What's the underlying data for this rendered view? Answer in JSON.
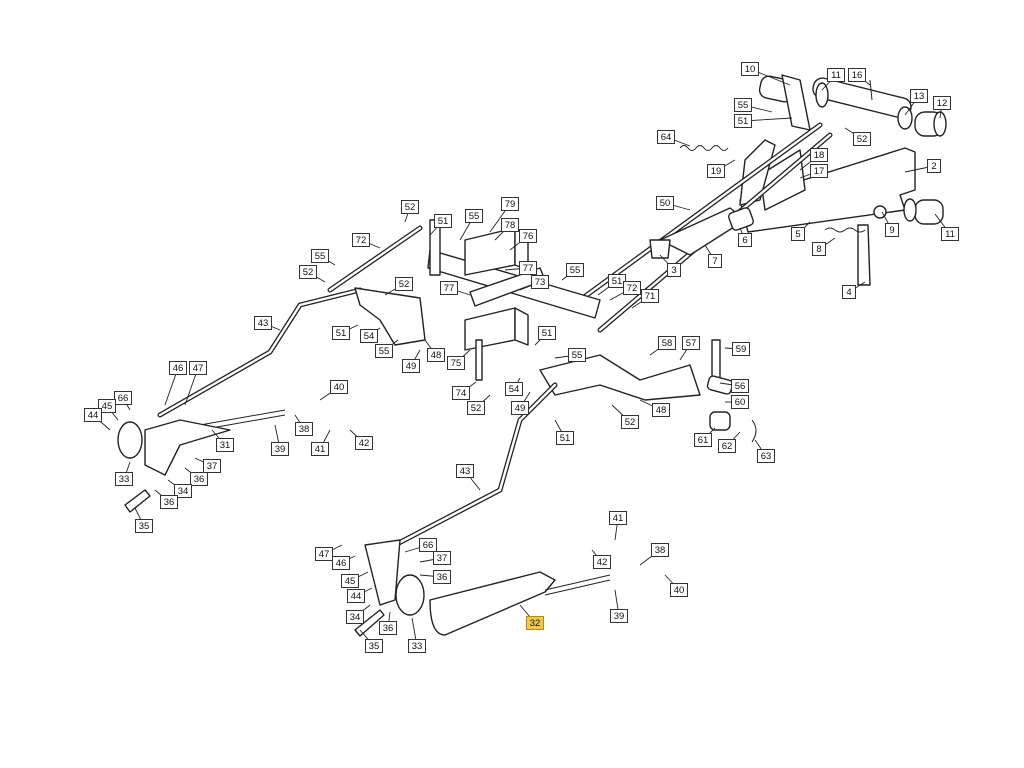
{
  "diagram": {
    "highlight_color": "#f2c84b",
    "callouts": [
      {
        "id": "c10",
        "label": "10"
      },
      {
        "id": "c11a",
        "label": "11"
      },
      {
        "id": "c16",
        "label": "16"
      },
      {
        "id": "c13",
        "label": "13"
      },
      {
        "id": "c12",
        "label": "12"
      },
      {
        "id": "c55a",
        "label": "55"
      },
      {
        "id": "c51a",
        "label": "51"
      },
      {
        "id": "c52a",
        "label": "52"
      },
      {
        "id": "c64",
        "label": "64"
      },
      {
        "id": "c19",
        "label": "19"
      },
      {
        "id": "c18",
        "label": "18"
      },
      {
        "id": "c17",
        "label": "17"
      },
      {
        "id": "c2",
        "label": "2"
      },
      {
        "id": "c50",
        "label": "50"
      },
      {
        "id": "c5",
        "label": "5"
      },
      {
        "id": "c6",
        "label": "6"
      },
      {
        "id": "c9",
        "label": "9"
      },
      {
        "id": "c11b",
        "label": "11"
      },
      {
        "id": "c8",
        "label": "8"
      },
      {
        "id": "c4",
        "label": "4"
      },
      {
        "id": "c3",
        "label": "3"
      },
      {
        "id": "c7",
        "label": "7"
      },
      {
        "id": "c52b",
        "label": "52"
      },
      {
        "id": "c51b",
        "label": "51"
      },
      {
        "id": "c55b",
        "label": "55"
      },
      {
        "id": "c79",
        "label": "79"
      },
      {
        "id": "c78",
        "label": "78"
      },
      {
        "id": "c76",
        "label": "76"
      },
      {
        "id": "c72a",
        "label": "72"
      },
      {
        "id": "c55c",
        "label": "55"
      },
      {
        "id": "c52c",
        "label": "52"
      },
      {
        "id": "c77a",
        "label": "77"
      },
      {
        "id": "c73",
        "label": "73"
      },
      {
        "id": "c55d",
        "label": "55"
      },
      {
        "id": "c52d",
        "label": "52"
      },
      {
        "id": "c77b",
        "label": "77"
      },
      {
        "id": "c51c",
        "label": "51"
      },
      {
        "id": "c72b",
        "label": "72"
      },
      {
        "id": "c71",
        "label": "71"
      },
      {
        "id": "c43a",
        "label": "43"
      },
      {
        "id": "c51d",
        "label": "51"
      },
      {
        "id": "c54a",
        "label": "54"
      },
      {
        "id": "c55e",
        "label": "55"
      },
      {
        "id": "c48a",
        "label": "48"
      },
      {
        "id": "c75",
        "label": "75"
      },
      {
        "id": "c49a",
        "label": "49"
      },
      {
        "id": "c51e",
        "label": "51"
      },
      {
        "id": "c58",
        "label": "58"
      },
      {
        "id": "c57",
        "label": "57"
      },
      {
        "id": "c59",
        "label": "59"
      },
      {
        "id": "c55f",
        "label": "55"
      },
      {
        "id": "c56",
        "label": "56"
      },
      {
        "id": "c60",
        "label": "60"
      },
      {
        "id": "c74",
        "label": "74"
      },
      {
        "id": "c52e",
        "label": "52"
      },
      {
        "id": "c54b",
        "label": "54"
      },
      {
        "id": "c49b",
        "label": "49"
      },
      {
        "id": "c48b",
        "label": "48"
      },
      {
        "id": "c52f",
        "label": "52"
      },
      {
        "id": "c51f",
        "label": "51"
      },
      {
        "id": "c61",
        "label": "61"
      },
      {
        "id": "c62",
        "label": "62"
      },
      {
        "id": "c63",
        "label": "63"
      },
      {
        "id": "c46a",
        "label": "46"
      },
      {
        "id": "c47a",
        "label": "47"
      },
      {
        "id": "c66a",
        "label": "66"
      },
      {
        "id": "c45a",
        "label": "45"
      },
      {
        "id": "c44a",
        "label": "44"
      },
      {
        "id": "c40a",
        "label": "40"
      },
      {
        "id": "c38a",
        "label": "38"
      },
      {
        "id": "c41a",
        "label": "41"
      },
      {
        "id": "c42a",
        "label": "42"
      },
      {
        "id": "c39a",
        "label": "39"
      },
      {
        "id": "c31",
        "label": "31"
      },
      {
        "id": "c37a",
        "label": "37"
      },
      {
        "id": "c33a",
        "label": "33"
      },
      {
        "id": "c36a",
        "label": "36"
      },
      {
        "id": "c34a",
        "label": "34"
      },
      {
        "id": "c36b",
        "label": "36"
      },
      {
        "id": "c35a",
        "label": "35"
      },
      {
        "id": "c43b",
        "label": "43"
      },
      {
        "id": "c47b",
        "label": "47"
      },
      {
        "id": "c46b",
        "label": "46"
      },
      {
        "id": "c66b",
        "label": "66"
      },
      {
        "id": "c37b",
        "label": "37"
      },
      {
        "id": "c36c",
        "label": "36"
      },
      {
        "id": "c45b",
        "label": "45"
      },
      {
        "id": "c44b",
        "label": "44"
      },
      {
        "id": "c34b",
        "label": "34"
      },
      {
        "id": "c36d",
        "label": "36"
      },
      {
        "id": "c35b",
        "label": "35"
      },
      {
        "id": "c33b",
        "label": "33"
      },
      {
        "id": "c41b",
        "label": "41"
      },
      {
        "id": "c42b",
        "label": "42"
      },
      {
        "id": "c38b",
        "label": "38"
      },
      {
        "id": "c40b",
        "label": "40"
      },
      {
        "id": "c39b",
        "label": "39"
      },
      {
        "id": "c32",
        "label": "32",
        "highlighted": true
      }
    ]
  }
}
